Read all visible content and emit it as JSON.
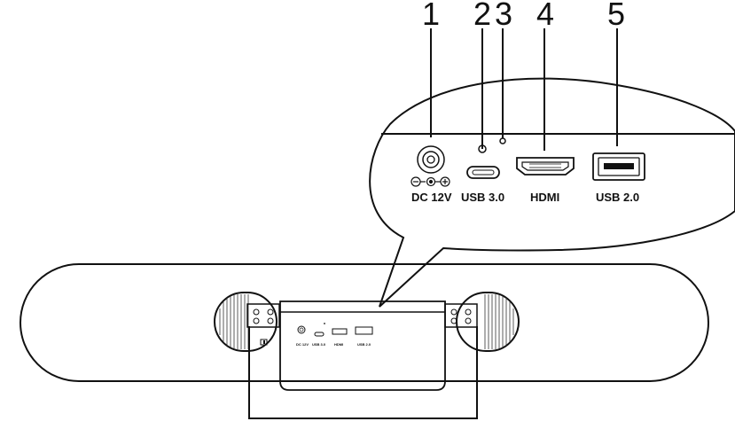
{
  "callouts": [
    {
      "number": "1",
      "label": "DC 12V",
      "port": "dc-power"
    },
    {
      "number": "2",
      "label": "USB 3.0",
      "port": "usb-c"
    },
    {
      "number": "3",
      "label": "",
      "port": "reset-pinhole"
    },
    {
      "number": "4",
      "label": "HDMI",
      "port": "hdmi"
    },
    {
      "number": "5",
      "label": "USB 2.0",
      "port": "usb-a"
    }
  ],
  "icons": {
    "dc": "dc-power-jack-icon",
    "polarity": "polarity-symbol-icon",
    "usb_c": "usb-c-port-icon",
    "reset": "reset-pinhole-icon",
    "hdmi": "hdmi-port-icon",
    "usb_a": "usb-a-port-icon",
    "lock": "kensington-lock-icon"
  }
}
